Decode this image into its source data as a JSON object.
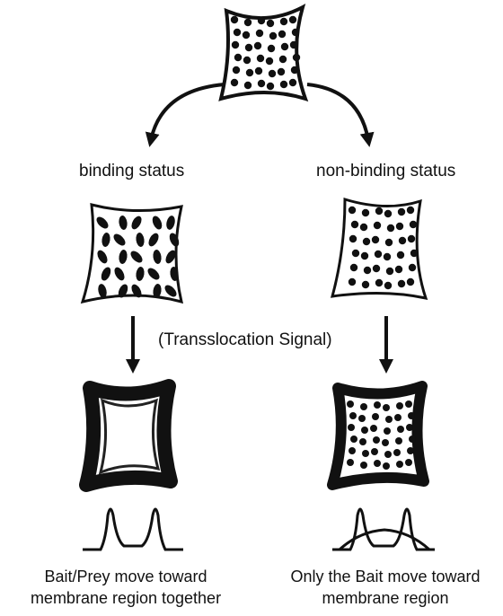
{
  "labels": {
    "left_branch": "binding status",
    "right_branch": "non-binding status",
    "signal": "(Transslocation Signal)"
  },
  "captions": {
    "left": {
      "line1": "Bait/Prey move toward",
      "line2": "membrane region together"
    },
    "right": {
      "line1": "Only the Bait move toward",
      "line2": "membrane region"
    }
  },
  "colors": {
    "ink": "#111111",
    "background": "#ffffff"
  }
}
